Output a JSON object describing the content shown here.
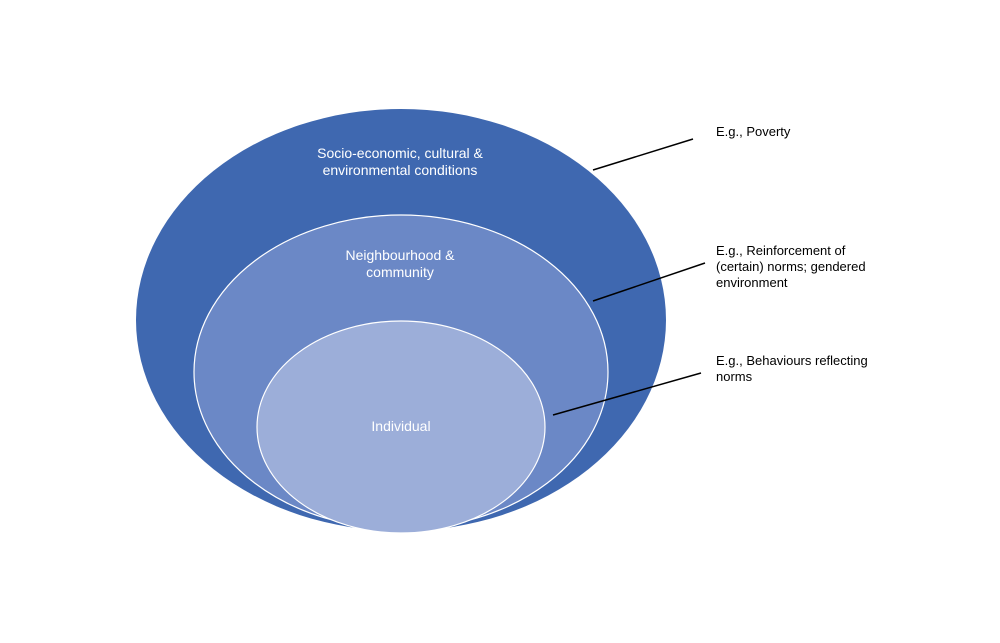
{
  "colors": {
    "outer": "#3f68b0",
    "middle": "#6b88c6",
    "inner": "#9caed9",
    "stroke": "#ffffff",
    "leader": "#000000"
  },
  "layers": {
    "outer": {
      "label": "Socio-economic, cultural &\nenvironmental conditions"
    },
    "middle": {
      "label": "Neighbourhood &\ncommunity"
    },
    "inner": {
      "label": "Individual"
    }
  },
  "annotations": {
    "outer": "E.g., Poverty",
    "middle": "E.g., Reinforcement of\n(certain) norms; gendered\nenvironment",
    "inner": "E.g., Behaviours reflecting\nnorms"
  }
}
